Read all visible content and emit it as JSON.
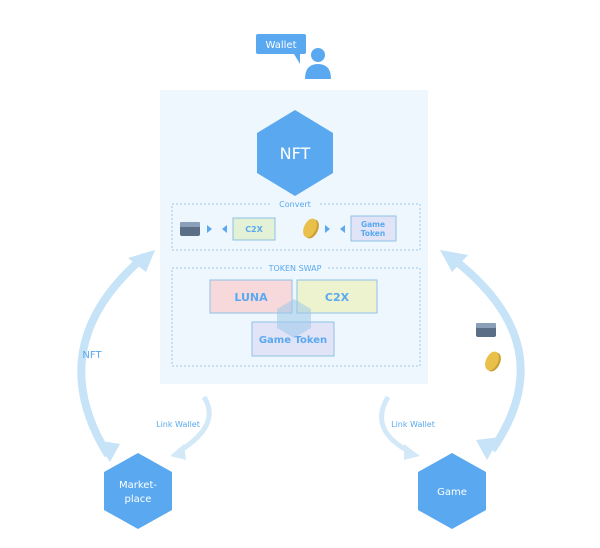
{
  "wallet": {
    "label": "Wallet"
  },
  "center": {
    "label": "NFT"
  },
  "convert": {
    "title": "Convert",
    "c2x_label": "C2X",
    "game_token_line1": "Game",
    "game_token_line2": "Token"
  },
  "swap": {
    "title": "TOKEN SWAP",
    "luna_label": "LUNA",
    "c2x_label": "C2X",
    "game_token_label": "Game Token"
  },
  "left_loop": {
    "label": "NFT"
  },
  "link_left": {
    "label": "Link Wallet"
  },
  "link_right": {
    "label": "Link Wallet"
  },
  "marketplace": {
    "line1": "Market-",
    "line2": "place"
  },
  "game": {
    "label": "Game"
  },
  "colors": {
    "primary_blue": "#5aa9f0",
    "panel_bg": "#eef7fd",
    "light_arrow": "#c6e3f7",
    "luna_box": "#f8d9db",
    "c2x_box": "#eef3cf",
    "game_token_box": "#e1e3f6",
    "coin": "#e8c04a"
  }
}
